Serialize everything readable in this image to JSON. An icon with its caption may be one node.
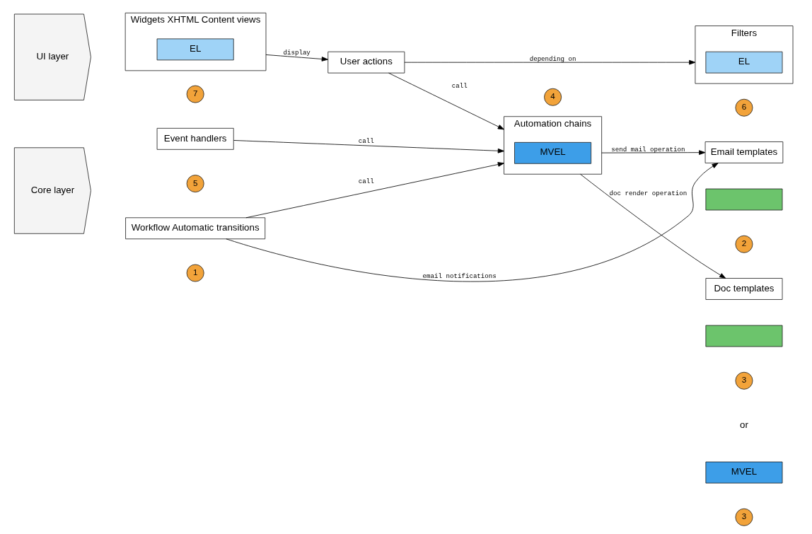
{
  "diagram": {
    "nodes": [
      {
        "text": [
          "UI layer"
        ]
      },
      {
        "text": [
          "Core layer"
        ]
      },
      {
        "text": [
          "Widgets XHTML Content views"
        ]
      },
      {
        "text": [
          "EL"
        ],
        "in": 2
      },
      {
        "text": [
          "7"
        ]
      },
      {
        "text": [
          "User actions"
        ]
      },
      {
        "text": [
          "Filters"
        ]
      },
      {
        "text": [
          "EL"
        ],
        "in": 6
      },
      {
        "text": [
          "6"
        ]
      },
      {
        "text": [
          "Event handlers"
        ]
      },
      {
        "text": [
          "5"
        ]
      },
      {
        "text": [
          "Workflow Automatic transitions"
        ]
      },
      {
        "text": [
          "1"
        ]
      },
      {
        "text": [
          "Automation chains"
        ]
      },
      {
        "text": [
          "MVEL"
        ],
        "in": 13
      },
      {
        "text": [
          "4"
        ]
      },
      {
        "text": [
          "Email templates"
        ]
      },
      {
        "text": [],
        "shape": "box"
      },
      {
        "text": [
          "2"
        ]
      },
      {
        "text": [
          "Doc templates"
        ]
      },
      {
        "text": [],
        "shape": "box"
      },
      {
        "text": [
          "3"
        ]
      },
      {
        "text": [
          "MVEL"
        ]
      },
      {
        "text": [
          "3"
        ]
      }
    ],
    "edges": [
      {
        "from": 2,
        "to": 5,
        "arrow": "to",
        "label": "display"
      },
      {
        "from": 5,
        "to": 6,
        "arrow": "to",
        "label": "depending on"
      },
      {
        "from": 5,
        "to": 13,
        "arrow": "to",
        "label": "call"
      },
      {
        "from": 9,
        "to": 13,
        "arrow": "to",
        "label": "call"
      },
      {
        "from": 11,
        "to": 13,
        "arrow": "to",
        "label": "call"
      },
      {
        "from": 13,
        "to": 16,
        "arrow": "to",
        "label": "send mail operation"
      },
      {
        "from": 13,
        "to": 19,
        "arrow": "to",
        "label": "doc render operation"
      },
      {
        "from": 11,
        "to": 16,
        "arrow": "to",
        "label": "email notifications"
      }
    ],
    "labels": [
      "or"
    ]
  }
}
